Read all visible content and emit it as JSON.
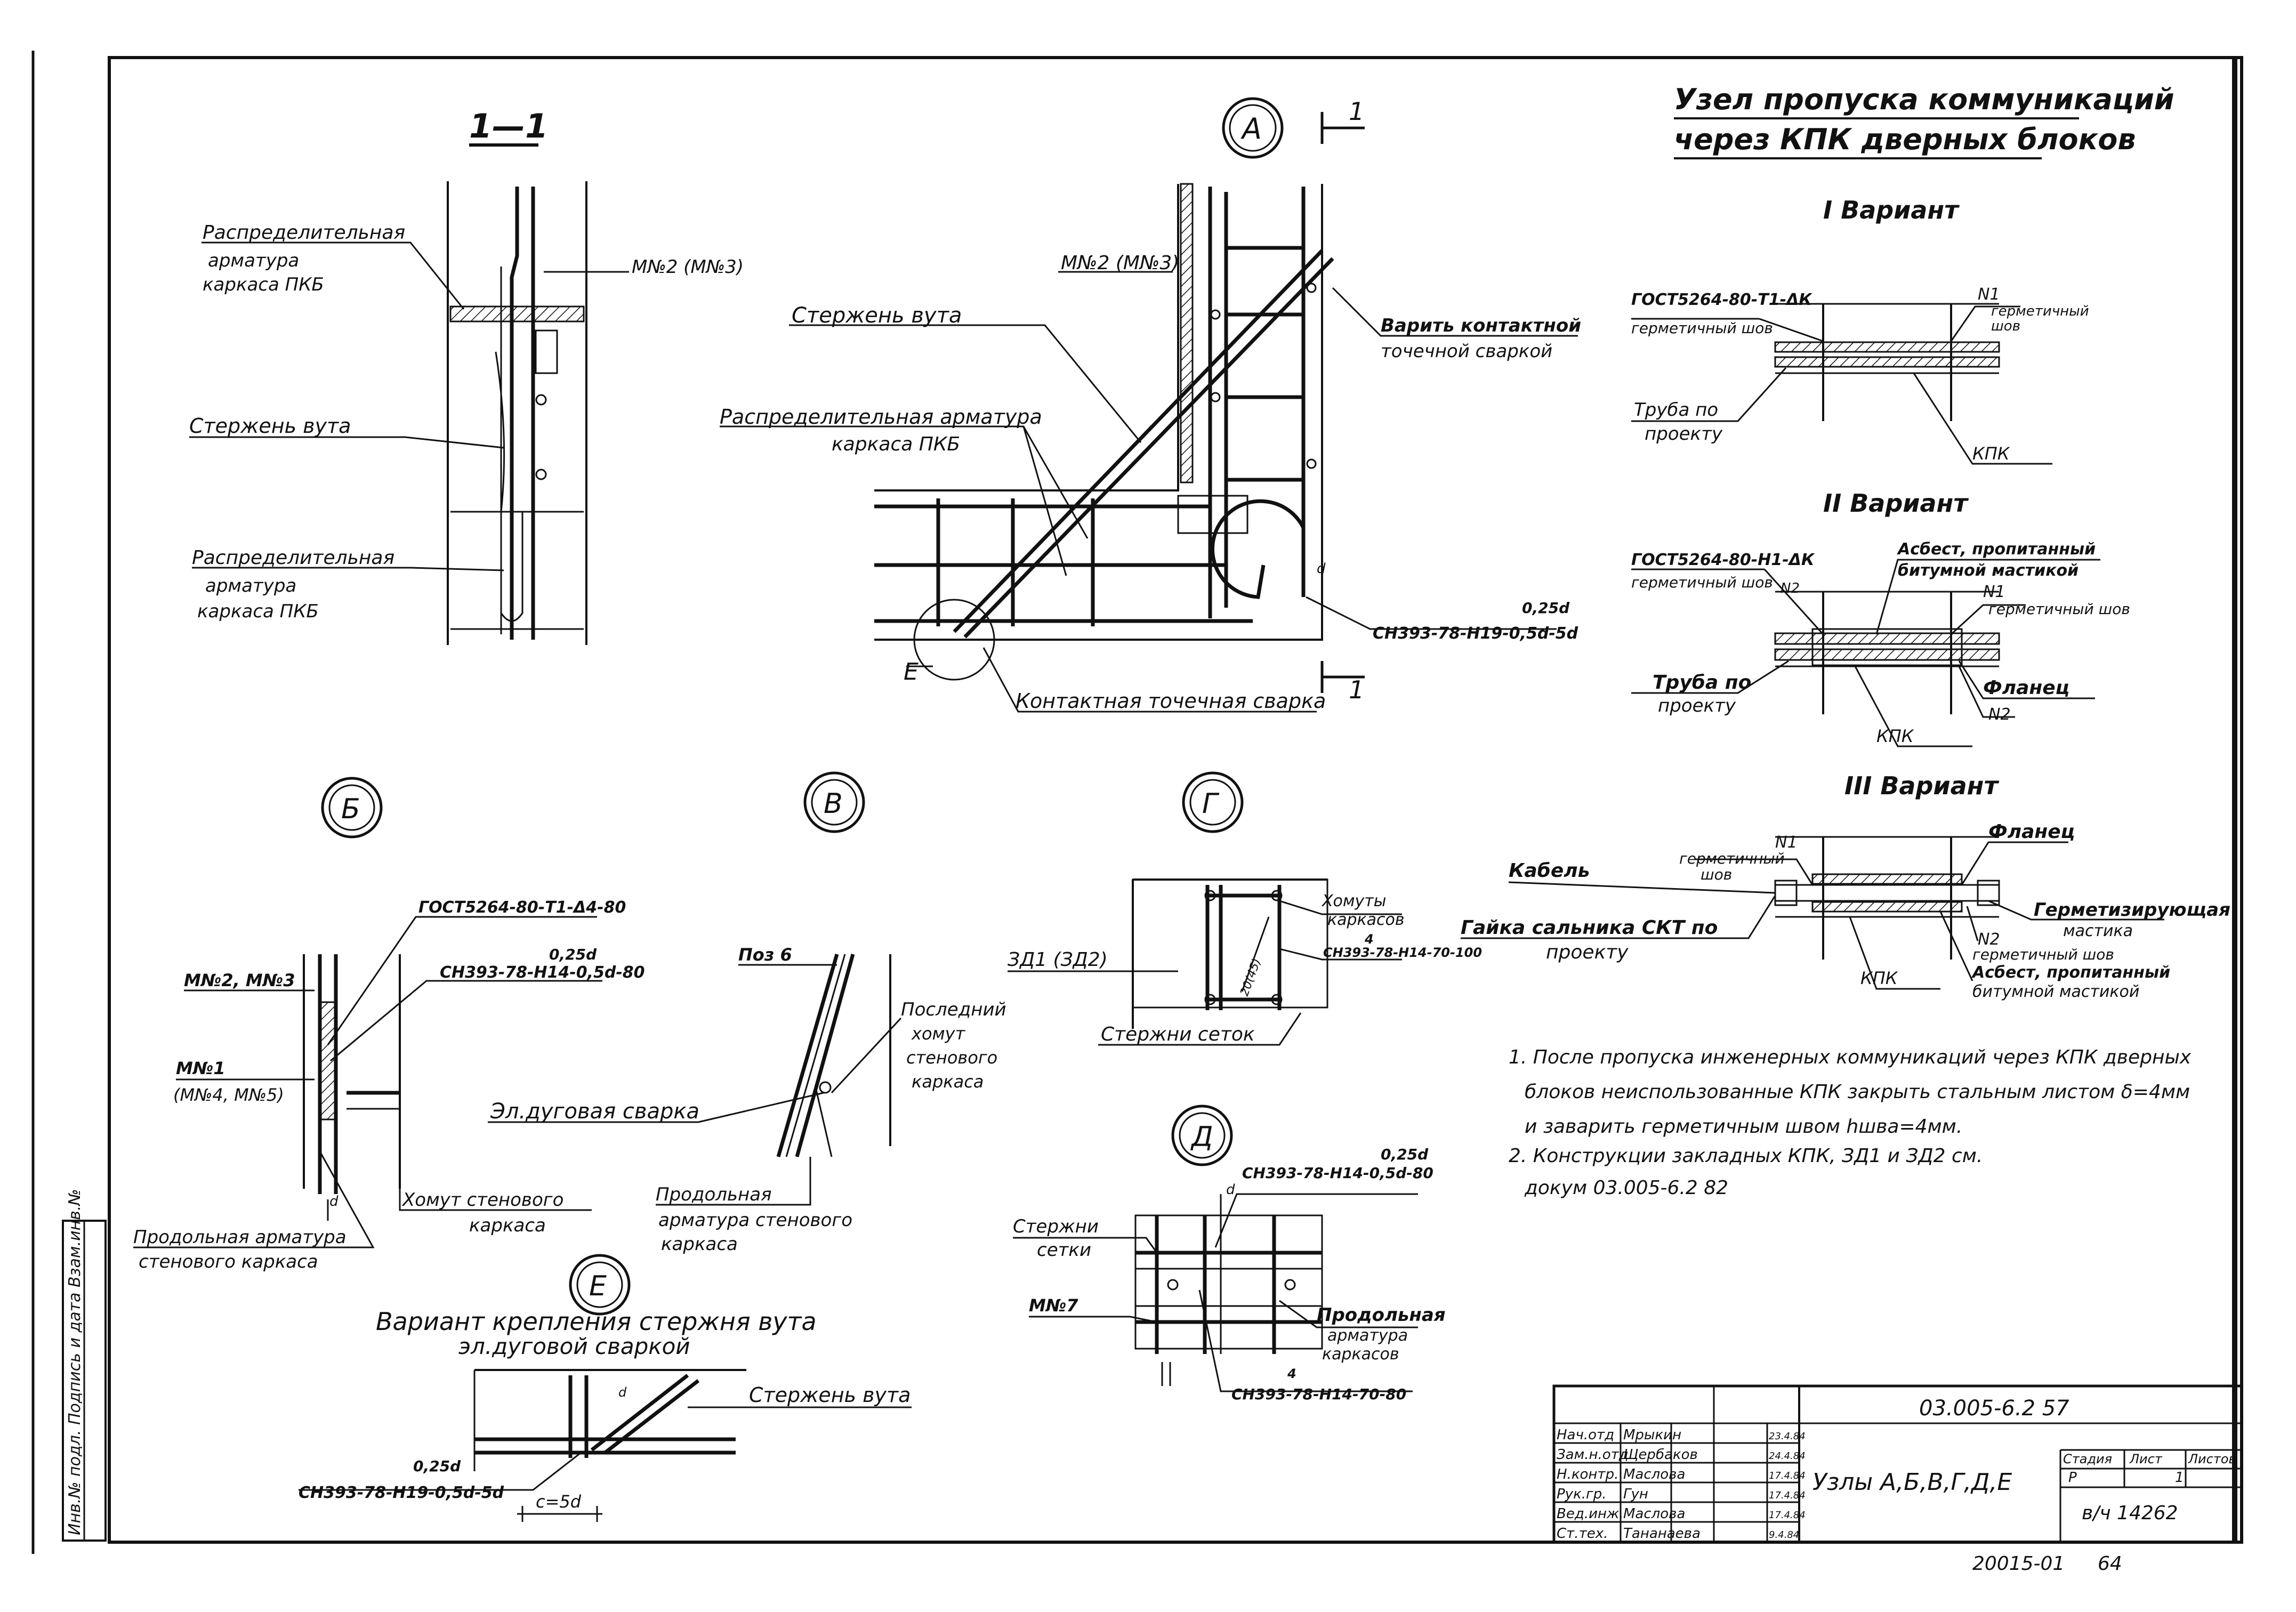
{
  "sheet": {
    "title_line1": "Узел пропуска коммуникаций",
    "title_line2": "через КПК дверных блоков",
    "stamp_number": "03.005-6.2 57",
    "drawing_name": "Узлы А,Б,В,Г,Д,Е",
    "stage_header": "Стадия",
    "sheet_header": "Лист",
    "sheets_header": "Листов",
    "stage": "Р",
    "sheet": "1",
    "archive": "в/ч 14262",
    "bottom_code": "20015-01",
    "bottom_page": "64",
    "side_strip": "Инв.№ подл.  Подпись и дата  Взам.инв.№"
  },
  "signatures": [
    {
      "role": "Нач.отд",
      "name": "Мрыкин",
      "date": "23.4.84"
    },
    {
      "role": "Зам.н.отд",
      "name": "Щербаков",
      "date": "24.4.84"
    },
    {
      "role": "Н.контр.",
      "name": "Маслова",
      "date": "17.4.84"
    },
    {
      "role": "Рук.гр.",
      "name": "Гун",
      "date": "17.4.84"
    },
    {
      "role": "Вед.инж.",
      "name": "Маслова",
      "date": "17.4.84"
    },
    {
      "role": "Ст.тех.",
      "name": "Тананаева",
      "date": "9.4.84"
    }
  ],
  "section_1_1": {
    "label": "1—1",
    "distrib_top": [
      "Распределительная",
      "арматура",
      "каркаса ПКБ"
    ],
    "mesh": "М№2 (М№3)",
    "rod": "Стержень вута",
    "distrib_bottom": [
      "Распределительная",
      "арматура",
      "каркаса ПКБ"
    ]
  },
  "node_A": {
    "label": "А",
    "cut": "1",
    "mesh": "М№2 (М№3)",
    "rod": "Стержень вута",
    "distrib": [
      "Распределительная арматура",
      "каркаса ПКБ"
    ],
    "weld_note": [
      "Варить контактной",
      "точечной сваркой"
    ],
    "weld_spec": "СН393-78-Н19-0,5d-5d",
    "weld_spec_frac": "0,25d",
    "detail_e": "Е",
    "contact_weld": "Контактная точечная сварка",
    "dim_d": "d"
  },
  "node_B": {
    "label": "Б",
    "gost": "ГОСТ5264-80-Т1-Δ4-80",
    "weld_spec": "СН393-78-Н14-0,5d-80",
    "weld_spec_frac": "0,25d",
    "mesh_top": "М№2, М№3",
    "mesh_1": "М№1",
    "mesh_1_alt": "(М№4, М№5)",
    "clamp": [
      "Хомут стенового",
      "каркаса"
    ],
    "long_rebar": [
      "Продольная арматура",
      "стенового каркаса"
    ],
    "dim_d": "d"
  },
  "node_V": {
    "label": "В",
    "pos": "Поз 6",
    "last_clamp": [
      "Последний",
      "хомут",
      "стенового",
      "каркаса"
    ],
    "arc_weld": "Эл.дуговая сварка",
    "long_rebar": [
      "Продольная",
      "арматура стенового",
      "каркаса"
    ]
  },
  "node_G": {
    "label": "Г",
    "clamps": [
      "Хомуты",
      "каркасов"
    ],
    "weld_spec": "СН393-78-Н14-70-100",
    "weld_spec_frac": "4",
    "embedded": "ЗД1 (ЗД2)",
    "mesh_bars": "Стержни сеток",
    "dim_label": "20(45)"
  },
  "node_D": {
    "label": "Д",
    "weld_spec_top": "СН393-78-Н14-0,5d-80",
    "weld_spec_top_frac": "0,25d",
    "mesh_bars": [
      "Стержни",
      "сетки"
    ],
    "mesh": "М№7",
    "long_rebar": [
      "Продольная",
      "арматура",
      "каркасов"
    ],
    "weld_spec_bottom": "СН393-78-Н14-70-80",
    "weld_spec_bottom_frac": "4",
    "dim_d": "d"
  },
  "node_E": {
    "label": "Е",
    "caption": [
      "Вариант крепления стержня вута",
      "эл.дуговой сваркой"
    ],
    "rod": "Стержень вута",
    "weld_spec": "СН393-78-Н19-0,5d-5d",
    "weld_spec_frac": "0,25d",
    "dim": "с=5d",
    "dim_d": "d"
  },
  "variant_1": {
    "title": "I Вариант",
    "gost": "ГОСТ5264-80-Т1-ΔК",
    "seam": "герметичный шов",
    "n1": "N1",
    "seam2": [
      "герметичный",
      "шов"
    ],
    "pipe": [
      "Труба по",
      "проекту"
    ],
    "kpk": "КПК"
  },
  "variant_2": {
    "title": "II Вариант",
    "gost": "ГОСТ5264-80-Н1-ΔК",
    "seam": "герметичный шов",
    "n2": "N2",
    "asbest": [
      "Асбест, пропитанный",
      "битумной мастикой"
    ],
    "n1": "N1",
    "seam_n1": "герметичный шов",
    "pipe": [
      "Труба по",
      "проекту"
    ],
    "flange": "Фланец",
    "n2b": "N2",
    "kpk": "КПК"
  },
  "variant_3": {
    "title": "III Вариант",
    "n1": "N1",
    "seam": [
      "герметичный",
      "шов"
    ],
    "flange": "Фланец",
    "cable": "Кабель",
    "nut": [
      "Гайка сальника СКТ по",
      "проекту"
    ],
    "mastic": [
      "Герметизирующая",
      "мастика"
    ],
    "n2": "N2",
    "seam_n2": "герметичный шов",
    "asbest": [
      "Асбест, пропитанный",
      "битумной мастикой"
    ],
    "kpk": "КПК"
  },
  "notes": [
    "1. После пропуска инженерных коммуникаций через КПК дверных",
    "блоков неиспользованные КПК закрыть стальным листом δ=4мм",
    "и заварить герметичным швом hшва=4мм.",
    "2. Конструкции закладных КПК, ЗД1 и ЗД2 см.",
    "докум 03.005-6.2 82"
  ]
}
